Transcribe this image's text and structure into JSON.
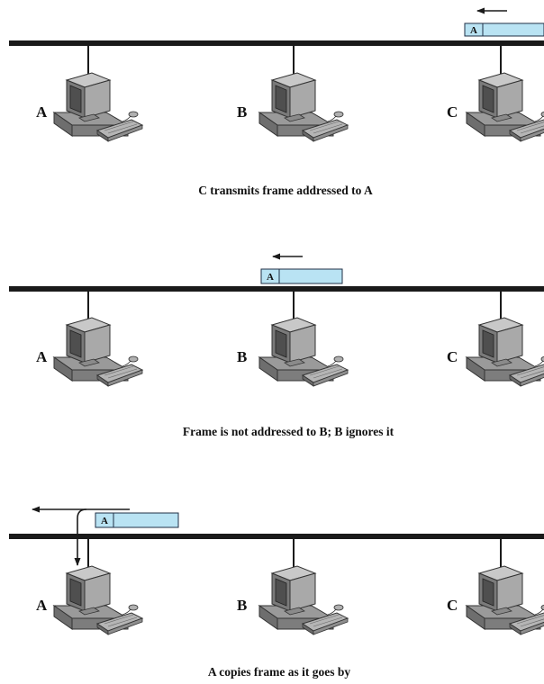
{
  "colors": {
    "bus": "#1a1a1a",
    "frame_fill": "#b9e3f3",
    "frame_stroke": "#1f2f46",
    "computer_light": "#bfbfbf",
    "computer_mid": "#8f8f8f",
    "computer_dark": "#4a4a4a",
    "text": "#111111"
  },
  "panels": [
    {
      "caption": "C transmits frame addressed to A",
      "stations": [
        "A",
        "B",
        "C"
      ],
      "frame": {
        "address": "A",
        "position": "at station C",
        "direction": "left"
      },
      "copy_arrow": false
    },
    {
      "caption": "Frame is not addressed to B; B ignores it",
      "stations": [
        "A",
        "B",
        "C"
      ],
      "frame": {
        "address": "A",
        "position": "at station B",
        "direction": "left"
      },
      "copy_arrow": false
    },
    {
      "caption": "A copies frame as it goes by",
      "stations": [
        "A",
        "B",
        "C"
      ],
      "frame": {
        "address": "A",
        "position": "at station A",
        "direction": "left"
      },
      "copy_arrow": true
    }
  ]
}
